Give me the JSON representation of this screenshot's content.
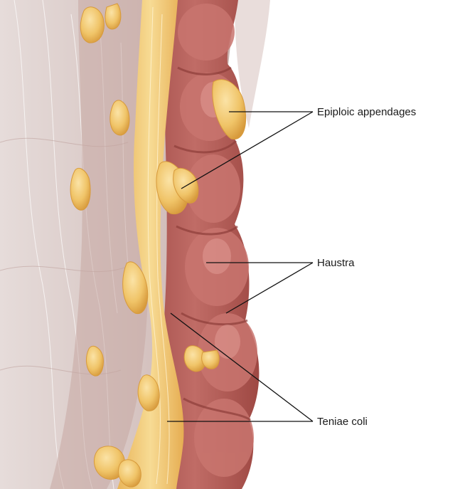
{
  "labels": {
    "epiploic_appendages": "Epiploic appendages",
    "haustra": "Haustra",
    "teniae_coli": "Teniae coli"
  },
  "colors": {
    "background": "#ffffff",
    "mesentery": "#d9c9c6",
    "colon_wall": "#b9605b",
    "colon_shadow": "#9b4a46",
    "colon_highlight": "#cf807a",
    "tenia": "#f3cf7a",
    "fat": "#f0c468",
    "fat_edge": "#d79a3c",
    "leader_line": "#111111"
  }
}
